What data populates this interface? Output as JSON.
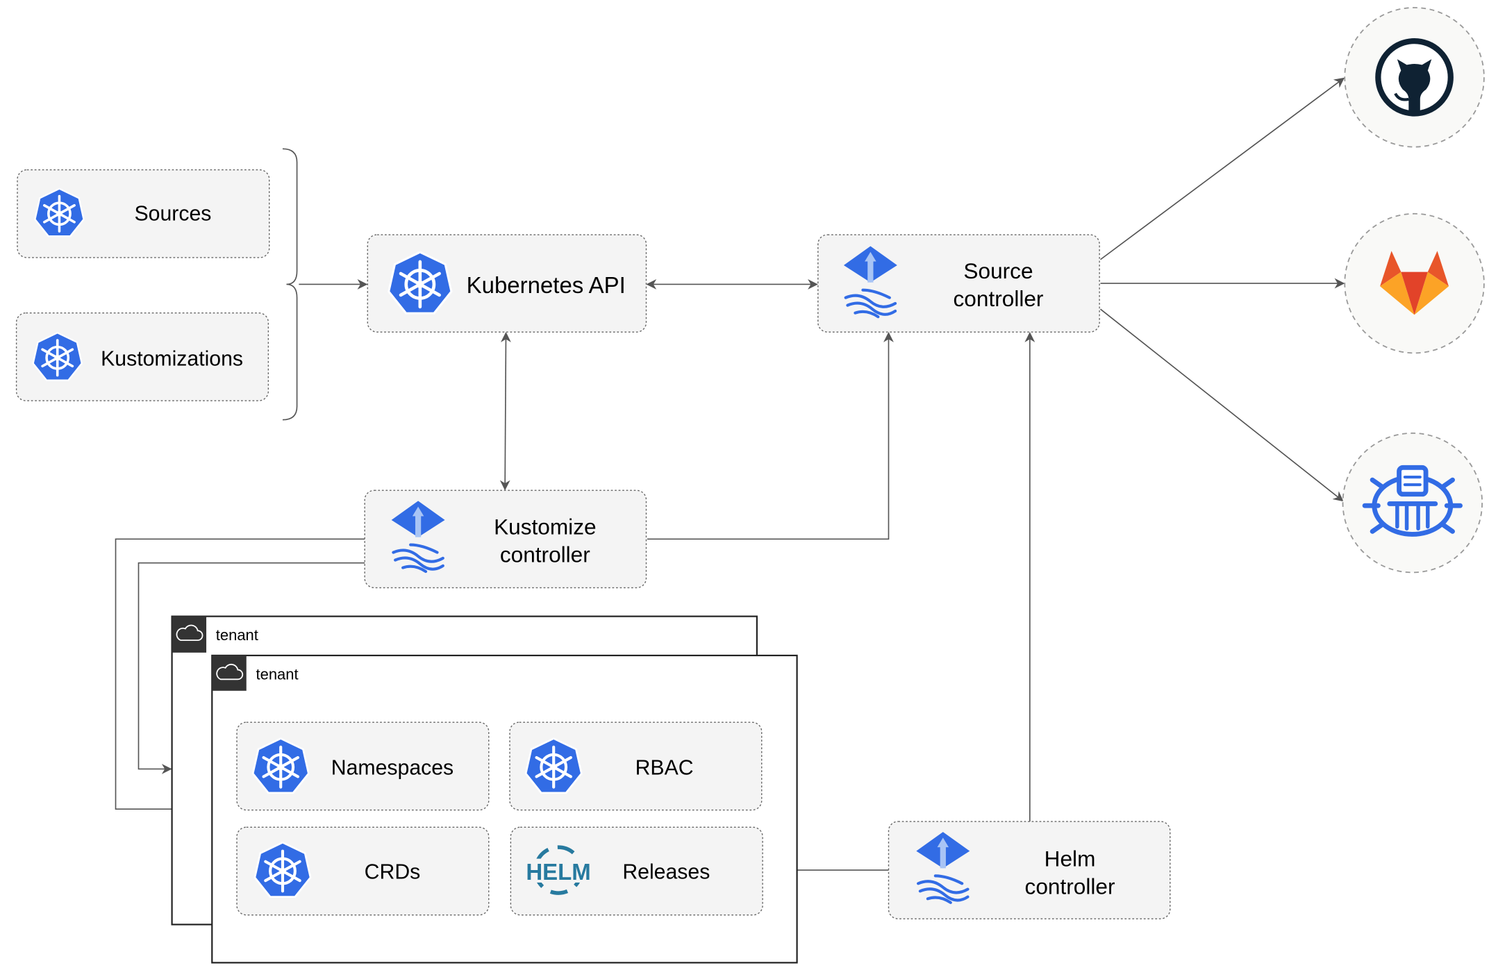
{
  "nodes": {
    "sources": "Sources",
    "kustomizations": "Kustomizations",
    "kubernetes_api": "Kubernetes API",
    "source_controller": [
      "Source",
      "controller"
    ],
    "kustomize_controller": [
      "Kustomize",
      "controller"
    ],
    "helm_controller": [
      "Helm",
      "controller"
    ],
    "namespaces": "Namespaces",
    "rbac": "RBAC",
    "crds": "CRDs",
    "releases": "Releases",
    "helm_logo": "HELM"
  },
  "tenants": [
    "tenant",
    "tenant"
  ],
  "external": [
    "github-icon",
    "gitlab-icon",
    "bucket-icon"
  ],
  "colors": {
    "kubernetes": "#326CE5",
    "helm": "#277A9F",
    "github": "#0F2233",
    "gitlab_dark": "#E8562A",
    "gitlab_light": "#FCA326"
  }
}
